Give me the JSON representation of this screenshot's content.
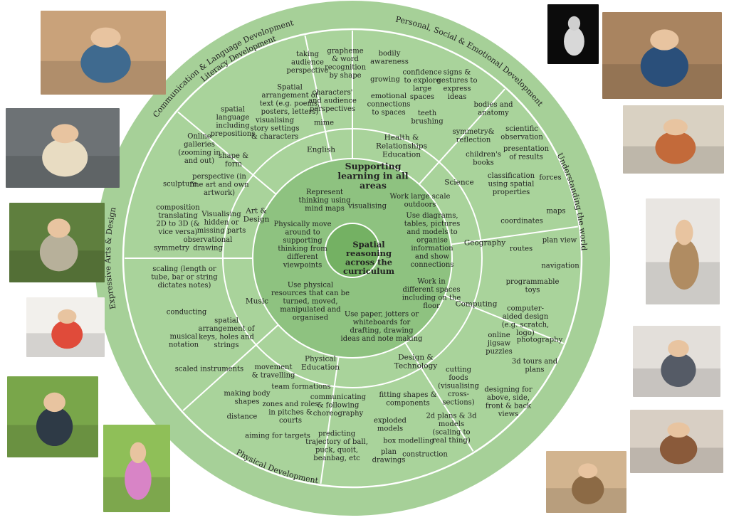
{
  "center": {
    "lines": [
      "Spatial",
      "reasoning",
      "across the",
      "curriculum"
    ]
  },
  "inner_title": {
    "lines": [
      "Supporting",
      "learning in all",
      "areas"
    ]
  },
  "inner_ring": [
    {
      "id": "mind-maps",
      "lines": [
        "Represent",
        "thinking using",
        "mind maps"
      ]
    },
    {
      "id": "visualising",
      "lines": [
        "visualising"
      ]
    },
    {
      "id": "work-outdoors",
      "lines": [
        "Work large scale",
        "outdoors"
      ]
    },
    {
      "id": "diagrams",
      "lines": [
        "Use diagrams,",
        "tables, pictures",
        "and models to",
        "organise",
        "information",
        "and show",
        "connections"
      ]
    },
    {
      "id": "different-spaces",
      "lines": [
        "Work in",
        "different spaces",
        "including on the",
        "floor"
      ]
    },
    {
      "id": "paper-jotters",
      "lines": [
        "Use paper, jotters or",
        "whiteboards for",
        "drafting, drawing",
        "ideas and note making"
      ]
    },
    {
      "id": "physical-resources",
      "lines": [
        "Use physical",
        "resources that can be",
        "turned, moved,",
        "manipulated and",
        "organised"
      ]
    },
    {
      "id": "move-around",
      "lines": [
        "Physically move",
        "around to",
        "supporting",
        "thinking from",
        "different",
        "viewpoints"
      ]
    }
  ],
  "subjects": [
    {
      "id": "english",
      "lines": [
        "English"
      ]
    },
    {
      "id": "health",
      "lines": [
        "Health &",
        "Relationships",
        "Education"
      ]
    },
    {
      "id": "science",
      "lines": [
        "Science"
      ]
    },
    {
      "id": "geography",
      "lines": [
        "Geography"
      ]
    },
    {
      "id": "computing",
      "lines": [
        "Computing"
      ]
    },
    {
      "id": "design-technology",
      "lines": [
        "Design &",
        "Technology"
      ]
    },
    {
      "id": "physical-education",
      "lines": [
        "Physical",
        "Education"
      ]
    },
    {
      "id": "music",
      "lines": [
        "Music"
      ]
    },
    {
      "id": "art-design",
      "lines": [
        "Art &",
        "Design"
      ]
    }
  ],
  "items": [
    {
      "id": "taking-audience",
      "lines": [
        "taking",
        "audience",
        "perspective"
      ]
    },
    {
      "id": "grapheme",
      "lines": [
        "grapheme",
        "& word",
        "recognition",
        "by shape"
      ]
    },
    {
      "id": "spatial-arrangement-text",
      "lines": [
        "Spatial",
        "arrangement of",
        "text (e.g. poems,",
        "posters, letters)"
      ]
    },
    {
      "id": "characters-audience",
      "lines": [
        "characters'",
        "and audience",
        "perspectives"
      ]
    },
    {
      "id": "spatial-language",
      "lines": [
        "spatial",
        "language",
        "including",
        "prepositions"
      ]
    },
    {
      "id": "visualising-story",
      "lines": [
        "visualising",
        "story settings",
        "& characters"
      ]
    },
    {
      "id": "mime",
      "lines": [
        "mime"
      ]
    },
    {
      "id": "bodily-awareness",
      "lines": [
        "bodily",
        "awareness"
      ]
    },
    {
      "id": "growing",
      "lines": [
        "growing"
      ]
    },
    {
      "id": "confidence",
      "lines": [
        "confidence",
        "to explore",
        "large",
        "spaces"
      ]
    },
    {
      "id": "signs-gestures",
      "lines": [
        "signs &",
        "gestures to",
        "express",
        "ideas"
      ]
    },
    {
      "id": "emotional-connections",
      "lines": [
        "emotional",
        "connections",
        "to spaces"
      ]
    },
    {
      "id": "teeth",
      "lines": [
        "teeth",
        "brushing"
      ]
    },
    {
      "id": "bodies-anatomy",
      "lines": [
        "bodies and",
        "anatomy"
      ]
    },
    {
      "id": "symmetry-reflection",
      "lines": [
        "symmetry&",
        "reflection"
      ]
    },
    {
      "id": "scientific-observation",
      "lines": [
        "scientific",
        "observation"
      ]
    },
    {
      "id": "presentation-results",
      "lines": [
        "presentation",
        "of results"
      ]
    },
    {
      "id": "childrens-books",
      "lines": [
        "children's",
        "books"
      ]
    },
    {
      "id": "classification",
      "lines": [
        "classification",
        "using spatial",
        "properties"
      ]
    },
    {
      "id": "forces",
      "lines": [
        "forces"
      ]
    },
    {
      "id": "maps",
      "lines": [
        "maps"
      ]
    },
    {
      "id": "coordinates",
      "lines": [
        "coordinates"
      ]
    },
    {
      "id": "plan-view",
      "lines": [
        "plan view"
      ]
    },
    {
      "id": "routes",
      "lines": [
        "routes"
      ]
    },
    {
      "id": "navigation",
      "lines": [
        "navigation"
      ]
    },
    {
      "id": "programmable-toys",
      "lines": [
        "programmable",
        "toys"
      ]
    },
    {
      "id": "computer-aided",
      "lines": [
        "computer-",
        "aided design",
        "(e.g. scratch,",
        "logo)"
      ]
    },
    {
      "id": "photography",
      "lines": [
        "photography"
      ]
    },
    {
      "id": "online-jigsaw",
      "lines": [
        "online",
        "jigsaw",
        "puzzles"
      ]
    },
    {
      "id": "3d-tours",
      "lines": [
        "3d tours and",
        "plans"
      ]
    },
    {
      "id": "cutting-foods",
      "lines": [
        "cutting",
        "foods",
        "(visualising",
        "cross-",
        "sections)"
      ]
    },
    {
      "id": "designing-for",
      "lines": [
        "designing for",
        "above, side,",
        "front & back",
        "views"
      ]
    },
    {
      "id": "fitting-shapes",
      "lines": [
        "fitting shapes &",
        "components"
      ]
    },
    {
      "id": "exploded-models",
      "lines": [
        "exploded",
        "models"
      ]
    },
    {
      "id": "2d-plans",
      "lines": [
        "2d plans & 3d",
        "models",
        "(scaling to",
        "real thing)"
      ]
    },
    {
      "id": "box-modelling",
      "lines": [
        "box modelling"
      ]
    },
    {
      "id": "plan-drawings",
      "lines": [
        "plan",
        "drawings"
      ]
    },
    {
      "id": "construction",
      "lines": [
        "construction"
      ]
    },
    {
      "id": "movement-travelling",
      "lines": [
        "movement",
        "& travelling"
      ]
    },
    {
      "id": "team-formations",
      "lines": [
        "team formations"
      ]
    },
    {
      "id": "body-shapes",
      "lines": [
        "making body",
        "shapes"
      ]
    },
    {
      "id": "communicating-choreography",
      "lines": [
        "communicating",
        "& following",
        "choreography"
      ]
    },
    {
      "id": "zones-roles",
      "lines": [
        "zones and roles",
        "in pitches &",
        "courts"
      ]
    },
    {
      "id": "distance",
      "lines": [
        "distance"
      ]
    },
    {
      "id": "aiming-targets",
      "lines": [
        "aiming for targets"
      ]
    },
    {
      "id": "predicting-trajectory",
      "lines": [
        "predicting",
        "trajectory of ball,",
        "puck, quoit,",
        "beanbag, etc"
      ]
    },
    {
      "id": "scaling-notes",
      "lines": [
        "scaling (length or",
        "tube, bar or string",
        "dictates notes)"
      ]
    },
    {
      "id": "conducting",
      "lines": [
        "conducting"
      ]
    },
    {
      "id": "spatial-arrangement-keys",
      "lines": [
        "spatial",
        "arrangement of",
        "keys, holes and",
        "strings"
      ]
    },
    {
      "id": "musical-notation",
      "lines": [
        "musical",
        "notation"
      ]
    },
    {
      "id": "scaled-instruments",
      "lines": [
        "scaled instruments"
      ]
    },
    {
      "id": "online-galleries",
      "lines": [
        "Online",
        "galleries",
        "(zooming in",
        "and out)"
      ]
    },
    {
      "id": "shape-form",
      "lines": [
        "shape &",
        "form"
      ]
    },
    {
      "id": "sculpture",
      "lines": [
        "sculpture"
      ]
    },
    {
      "id": "perspective-art",
      "lines": [
        "perspective (in",
        "fine art and own",
        "artwork)"
      ]
    },
    {
      "id": "composition",
      "lines": [
        "composition",
        "translating",
        "2D to 3D (&",
        "vice versa)"
      ]
    },
    {
      "id": "visualising-hidden",
      "lines": [
        "Visualising",
        "hidden or",
        "missing parts"
      ]
    },
    {
      "id": "observational-drawing",
      "lines": [
        "observational",
        "drawing"
      ]
    },
    {
      "id": "symmetry",
      "lines": [
        "symmetry"
      ]
    }
  ],
  "curriculum_areas": [
    {
      "id": "communication-language",
      "text": "Communication & Language Development"
    },
    {
      "id": "literacy",
      "text": "Literacy Development"
    },
    {
      "id": "personal-social",
      "text": "Personal, Social & Emotional Development"
    },
    {
      "id": "understanding-world",
      "text": "Understanding the world"
    },
    {
      "id": "physical-development",
      "text": "Physical Development"
    },
    {
      "id": "expressive-arts",
      "text": "Expressive Arts & Design"
    }
  ],
  "colors": {
    "outer_ring": "#9dcc8f",
    "subject_ring": "#a8d29a",
    "inner_ring": "#8cc27e",
    "center": "#76b366",
    "divider": "#ffffff",
    "text": "#222222"
  },
  "photos": [
    {
      "id": "photo-reading-book",
      "subject": "reading-book-icon"
    },
    {
      "id": "photo-chalk-drawing",
      "subject": "chalk-drawing-icon"
    },
    {
      "id": "photo-garden-child",
      "subject": "garden-child-icon"
    },
    {
      "id": "photo-xylophone",
      "subject": "xylophone-icon"
    },
    {
      "id": "photo-ball-play",
      "subject": "ball-play-icon"
    },
    {
      "id": "photo-dancing-girl",
      "subject": "dancing-girl-icon"
    },
    {
      "id": "photo-hand-xray",
      "subject": "hand-xray-icon"
    },
    {
      "id": "photo-block-building",
      "subject": "block-building-icon"
    },
    {
      "id": "photo-map-reading",
      "subject": "map-reading-icon"
    },
    {
      "id": "photo-girl-toy",
      "subject": "girl-toy-icon"
    },
    {
      "id": "photo-robot-toys",
      "subject": "robot-toys-icon"
    },
    {
      "id": "photo-girl-drawing",
      "subject": "girl-drawing-icon"
    },
    {
      "id": "photo-wooden-house",
      "subject": "wooden-house-icon"
    }
  ]
}
